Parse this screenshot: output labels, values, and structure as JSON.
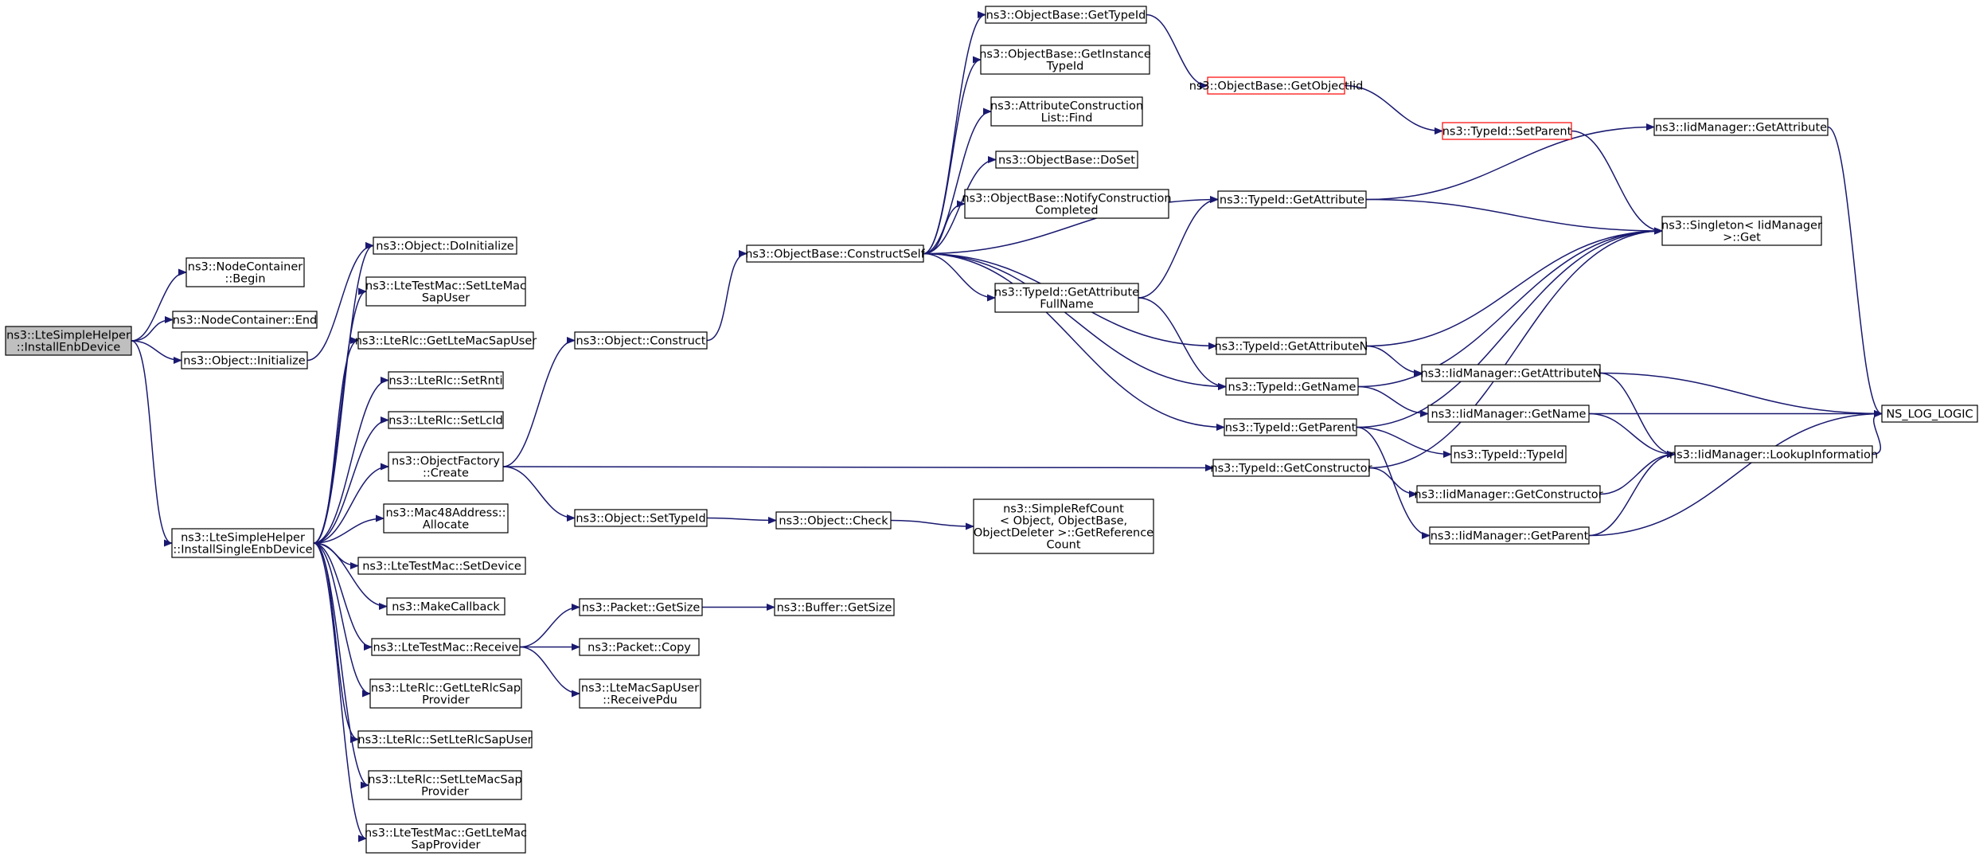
{
  "diagram": {
    "colors": {
      "edge": "#191970",
      "node_border": "#000000",
      "node_fill": "#ffffff",
      "root_fill": "#bfbfbf",
      "highlight_border": "#ff0000"
    },
    "nodes": [
      {
        "id": "root",
        "lines": [
          "ns3::LteSimpleHelper",
          "::InstallEnbDevice"
        ],
        "style": "root"
      },
      {
        "id": "nc_begin",
        "lines": [
          "ns3::NodeContainer",
          "::Begin"
        ]
      },
      {
        "id": "nc_end",
        "lines": [
          "ns3::NodeContainer::End"
        ]
      },
      {
        "id": "obj_init",
        "lines": [
          "ns3::Object::Initialize"
        ]
      },
      {
        "id": "obj_doinit",
        "lines": [
          "ns3::Object::DoInitialize"
        ]
      },
      {
        "id": "install_single",
        "lines": [
          "ns3::LteSimpleHelper",
          "::InstallSingleEnbDevice"
        ]
      },
      {
        "id": "ltm_setltemac",
        "lines": [
          "ns3::LteTestMac::SetLteMac",
          "SapUser"
        ]
      },
      {
        "id": "rlc_getltemac",
        "lines": [
          "ns3::LteRlc::GetLteMacSapUser"
        ]
      },
      {
        "id": "rlc_setrnti",
        "lines": [
          "ns3::LteRlc::SetRnti"
        ]
      },
      {
        "id": "rlc_setlcid",
        "lines": [
          "ns3::LteRlc::SetLcId"
        ]
      },
      {
        "id": "objfactory_create",
        "lines": [
          "ns3::ObjectFactory",
          "::Create"
        ]
      },
      {
        "id": "mac48_allocate",
        "lines": [
          "ns3::Mac48Address::",
          "Allocate"
        ]
      },
      {
        "id": "ltm_setdevice",
        "lines": [
          "ns3::LteTestMac::SetDevice"
        ]
      },
      {
        "id": "makecallback",
        "lines": [
          "ns3::MakeCallback"
        ]
      },
      {
        "id": "ltm_receive",
        "lines": [
          "ns3::LteTestMac::Receive"
        ]
      },
      {
        "id": "rlc_getrlcsap",
        "lines": [
          "ns3::LteRlc::GetLteRlcSap",
          "Provider"
        ]
      },
      {
        "id": "rlc_setrlcsapuser",
        "lines": [
          "ns3::LteRlc::SetLteRlcSapUser"
        ]
      },
      {
        "id": "rlc_setmacsapprov",
        "lines": [
          "ns3::LteRlc::SetLteMacSap",
          "Provider"
        ]
      },
      {
        "id": "ltm_getmacsapprov",
        "lines": [
          "ns3::LteTestMac::GetLteMac",
          "SapProvider"
        ]
      },
      {
        "id": "obj_construct",
        "lines": [
          "ns3::Object::Construct"
        ]
      },
      {
        "id": "obj_settypeid",
        "lines": [
          "ns3::Object::SetTypeId"
        ]
      },
      {
        "id": "obj_check",
        "lines": [
          "ns3::Object::Check"
        ]
      },
      {
        "id": "simplerefcount",
        "lines": [
          "ns3::SimpleRefCount",
          "< Object, ObjectBase,",
          "ObjectDeleter >::GetReference",
          "Count"
        ]
      },
      {
        "id": "packet_getsize",
        "lines": [
          "ns3::Packet::GetSize"
        ]
      },
      {
        "id": "buffer_getsize",
        "lines": [
          "ns3::Buffer::GetSize"
        ]
      },
      {
        "id": "packet_copy",
        "lines": [
          "ns3::Packet::Copy"
        ]
      },
      {
        "id": "ltemacsapuser_receivepdu",
        "lines": [
          "ns3::LteMacSapUser",
          "::ReceivePdu"
        ]
      },
      {
        "id": "ob_constructself",
        "lines": [
          "ns3::ObjectBase::ConstructSelf"
        ]
      },
      {
        "id": "ob_gettypeid",
        "lines": [
          "ns3::ObjectBase::GetTypeId"
        ]
      },
      {
        "id": "ob_getinstancetypeid",
        "lines": [
          "ns3::ObjectBase::GetInstance",
          "TypeId"
        ]
      },
      {
        "id": "acl_find",
        "lines": [
          "ns3::AttributeConstruction",
          "List::Find"
        ]
      },
      {
        "id": "ob_doset",
        "lines": [
          "ns3::ObjectBase::DoSet"
        ]
      },
      {
        "id": "ob_notify",
        "lines": [
          "ns3::ObjectBase::NotifyConstruction",
          "Completed"
        ]
      },
      {
        "id": "ob_getobjectiid",
        "lines": [
          "ns3::ObjectBase::GetObjectIid"
        ],
        "style": "highlight"
      },
      {
        "id": "tid_getattribute",
        "lines": [
          "ns3::TypeId::GetAttribute"
        ]
      },
      {
        "id": "tid_getattrfullname",
        "lines": [
          "ns3::TypeId::GetAttribute",
          "FullName"
        ]
      },
      {
        "id": "tid_getattributen",
        "lines": [
          "ns3::TypeId::GetAttributeN"
        ]
      },
      {
        "id": "tid_getname",
        "lines": [
          "ns3::TypeId::GetName"
        ]
      },
      {
        "id": "tid_getparent",
        "lines": [
          "ns3::TypeId::GetParent"
        ]
      },
      {
        "id": "tid_getconstructor",
        "lines": [
          "ns3::TypeId::GetConstructor"
        ]
      },
      {
        "id": "tid_setparent",
        "lines": [
          "ns3::TypeId::SetParent"
        ],
        "style": "highlight"
      },
      {
        "id": "iid_getattribute",
        "lines": [
          "ns3::IidManager::GetAttribute"
        ]
      },
      {
        "id": "singleton_get",
        "lines": [
          "ns3::Singleton< IidManager",
          ">::Get"
        ]
      },
      {
        "id": "iid_getattributen",
        "lines": [
          "ns3::IidManager::GetAttributeN"
        ]
      },
      {
        "id": "iid_getname",
        "lines": [
          "ns3::IidManager::GetName"
        ]
      },
      {
        "id": "tid_typeid",
        "lines": [
          "ns3::TypeId::TypeId"
        ]
      },
      {
        "id": "iid_getconstructor",
        "lines": [
          "ns3::IidManager::GetConstructor"
        ]
      },
      {
        "id": "iid_getparent",
        "lines": [
          "ns3::IidManager::GetParent"
        ]
      },
      {
        "id": "iid_lookupinformation",
        "lines": [
          "ns3::IidManager::LookupInformation"
        ]
      },
      {
        "id": "ns_log_logic",
        "lines": [
          "NS_LOG_LOGIC"
        ]
      }
    ],
    "edges": [
      [
        "root",
        "nc_begin"
      ],
      [
        "root",
        "nc_end"
      ],
      [
        "root",
        "obj_init"
      ],
      [
        "root",
        "install_single"
      ],
      [
        "obj_init",
        "obj_doinit"
      ],
      [
        "install_single",
        "obj_doinit"
      ],
      [
        "install_single",
        "ltm_setltemac"
      ],
      [
        "install_single",
        "rlc_getltemac"
      ],
      [
        "install_single",
        "rlc_setrnti"
      ],
      [
        "install_single",
        "rlc_setlcid"
      ],
      [
        "install_single",
        "objfactory_create"
      ],
      [
        "install_single",
        "mac48_allocate"
      ],
      [
        "install_single",
        "ltm_setdevice"
      ],
      [
        "install_single",
        "makecallback"
      ],
      [
        "install_single",
        "ltm_receive"
      ],
      [
        "install_single",
        "rlc_getrlcsap"
      ],
      [
        "install_single",
        "rlc_setrlcsapuser"
      ],
      [
        "install_single",
        "rlc_setmacsapprov"
      ],
      [
        "install_single",
        "ltm_getmacsapprov"
      ],
      [
        "objfactory_create",
        "obj_construct"
      ],
      [
        "objfactory_create",
        "obj_settypeid"
      ],
      [
        "objfactory_create",
        "tid_getconstructor"
      ],
      [
        "obj_construct",
        "ob_constructself"
      ],
      [
        "obj_settypeid",
        "obj_check"
      ],
      [
        "obj_check",
        "simplerefcount"
      ],
      [
        "ltm_receive",
        "packet_getsize"
      ],
      [
        "ltm_receive",
        "packet_copy"
      ],
      [
        "ltm_receive",
        "ltemacsapuser_receivepdu"
      ],
      [
        "packet_getsize",
        "buffer_getsize"
      ],
      [
        "ob_constructself",
        "ob_gettypeid"
      ],
      [
        "ob_constructself",
        "ob_getinstancetypeid"
      ],
      [
        "ob_constructself",
        "acl_find"
      ],
      [
        "ob_constructself",
        "ob_doset"
      ],
      [
        "ob_constructself",
        "ob_notify"
      ],
      [
        "ob_constructself",
        "tid_getattribute"
      ],
      [
        "ob_constructself",
        "tid_getattrfullname"
      ],
      [
        "ob_constructself",
        "tid_getattributen"
      ],
      [
        "ob_constructself",
        "tid_getname"
      ],
      [
        "ob_constructself",
        "tid_getparent"
      ],
      [
        "ob_gettypeid",
        "ob_getobjectiid"
      ],
      [
        "ob_getobjectiid",
        "tid_setparent"
      ],
      [
        "tid_setparent",
        "singleton_get"
      ],
      [
        "tid_getattribute",
        "iid_getattribute"
      ],
      [
        "tid_getattribute",
        "singleton_get"
      ],
      [
        "tid_getattrfullname",
        "tid_getattribute"
      ],
      [
        "tid_getattrfullname",
        "tid_getname"
      ],
      [
        "tid_getattributen",
        "singleton_get"
      ],
      [
        "tid_getattributen",
        "iid_getattributen"
      ],
      [
        "tid_getname",
        "singleton_get"
      ],
      [
        "tid_getname",
        "iid_getname"
      ],
      [
        "tid_getparent",
        "singleton_get"
      ],
      [
        "tid_getparent",
        "tid_typeid"
      ],
      [
        "tid_getparent",
        "iid_getparent"
      ],
      [
        "tid_getconstructor",
        "singleton_get"
      ],
      [
        "tid_getconstructor",
        "iid_getconstructor"
      ],
      [
        "iid_getattribute",
        "ns_log_logic"
      ],
      [
        "iid_getattributen",
        "iid_lookupinformation"
      ],
      [
        "iid_getattributen",
        "ns_log_logic"
      ],
      [
        "iid_getname",
        "iid_lookupinformation"
      ],
      [
        "iid_getname",
        "ns_log_logic"
      ],
      [
        "iid_getconstructor",
        "iid_lookupinformation"
      ],
      [
        "iid_getparent",
        "iid_lookupinformation"
      ],
      [
        "iid_getparent",
        "ns_log_logic"
      ],
      [
        "iid_lookupinformation",
        "ns_log_logic"
      ]
    ]
  }
}
